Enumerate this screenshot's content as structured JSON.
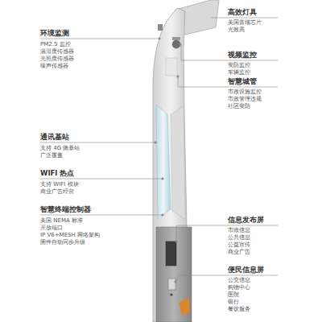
{
  "diagram": {
    "labels": [
      "高效灯具",
      "美国普瑞芯片",
      "光效高",
      "环境监测",
      "PM2.5 监控",
      "温湿度传感器",
      "光照度传感器",
      "噪声传感器",
      "视频监控",
      "安防监控",
      "车辆监控",
      "智慧城管",
      "市政设施监控",
      "市政管理违规",
      "社区安防",
      "通讯基站",
      "支持 4G 微基站",
      "广泛覆盖",
      "WIFI 热点",
      "支持 WIFI 模块",
      "商业广告经营",
      "智慧终端控制器",
      "美国 NEMA 标准",
      "开放端口",
      "IP V6+MESH 网络架构",
      "固件自动同步升级",
      "信息发布屏",
      "市政信息",
      "公共信息",
      "公益宣传",
      "商业广告",
      "便民信息屏",
      "公交信息",
      "购物中心",
      "医院",
      "银行",
      "餐饮服务"
    ]
  }
}
